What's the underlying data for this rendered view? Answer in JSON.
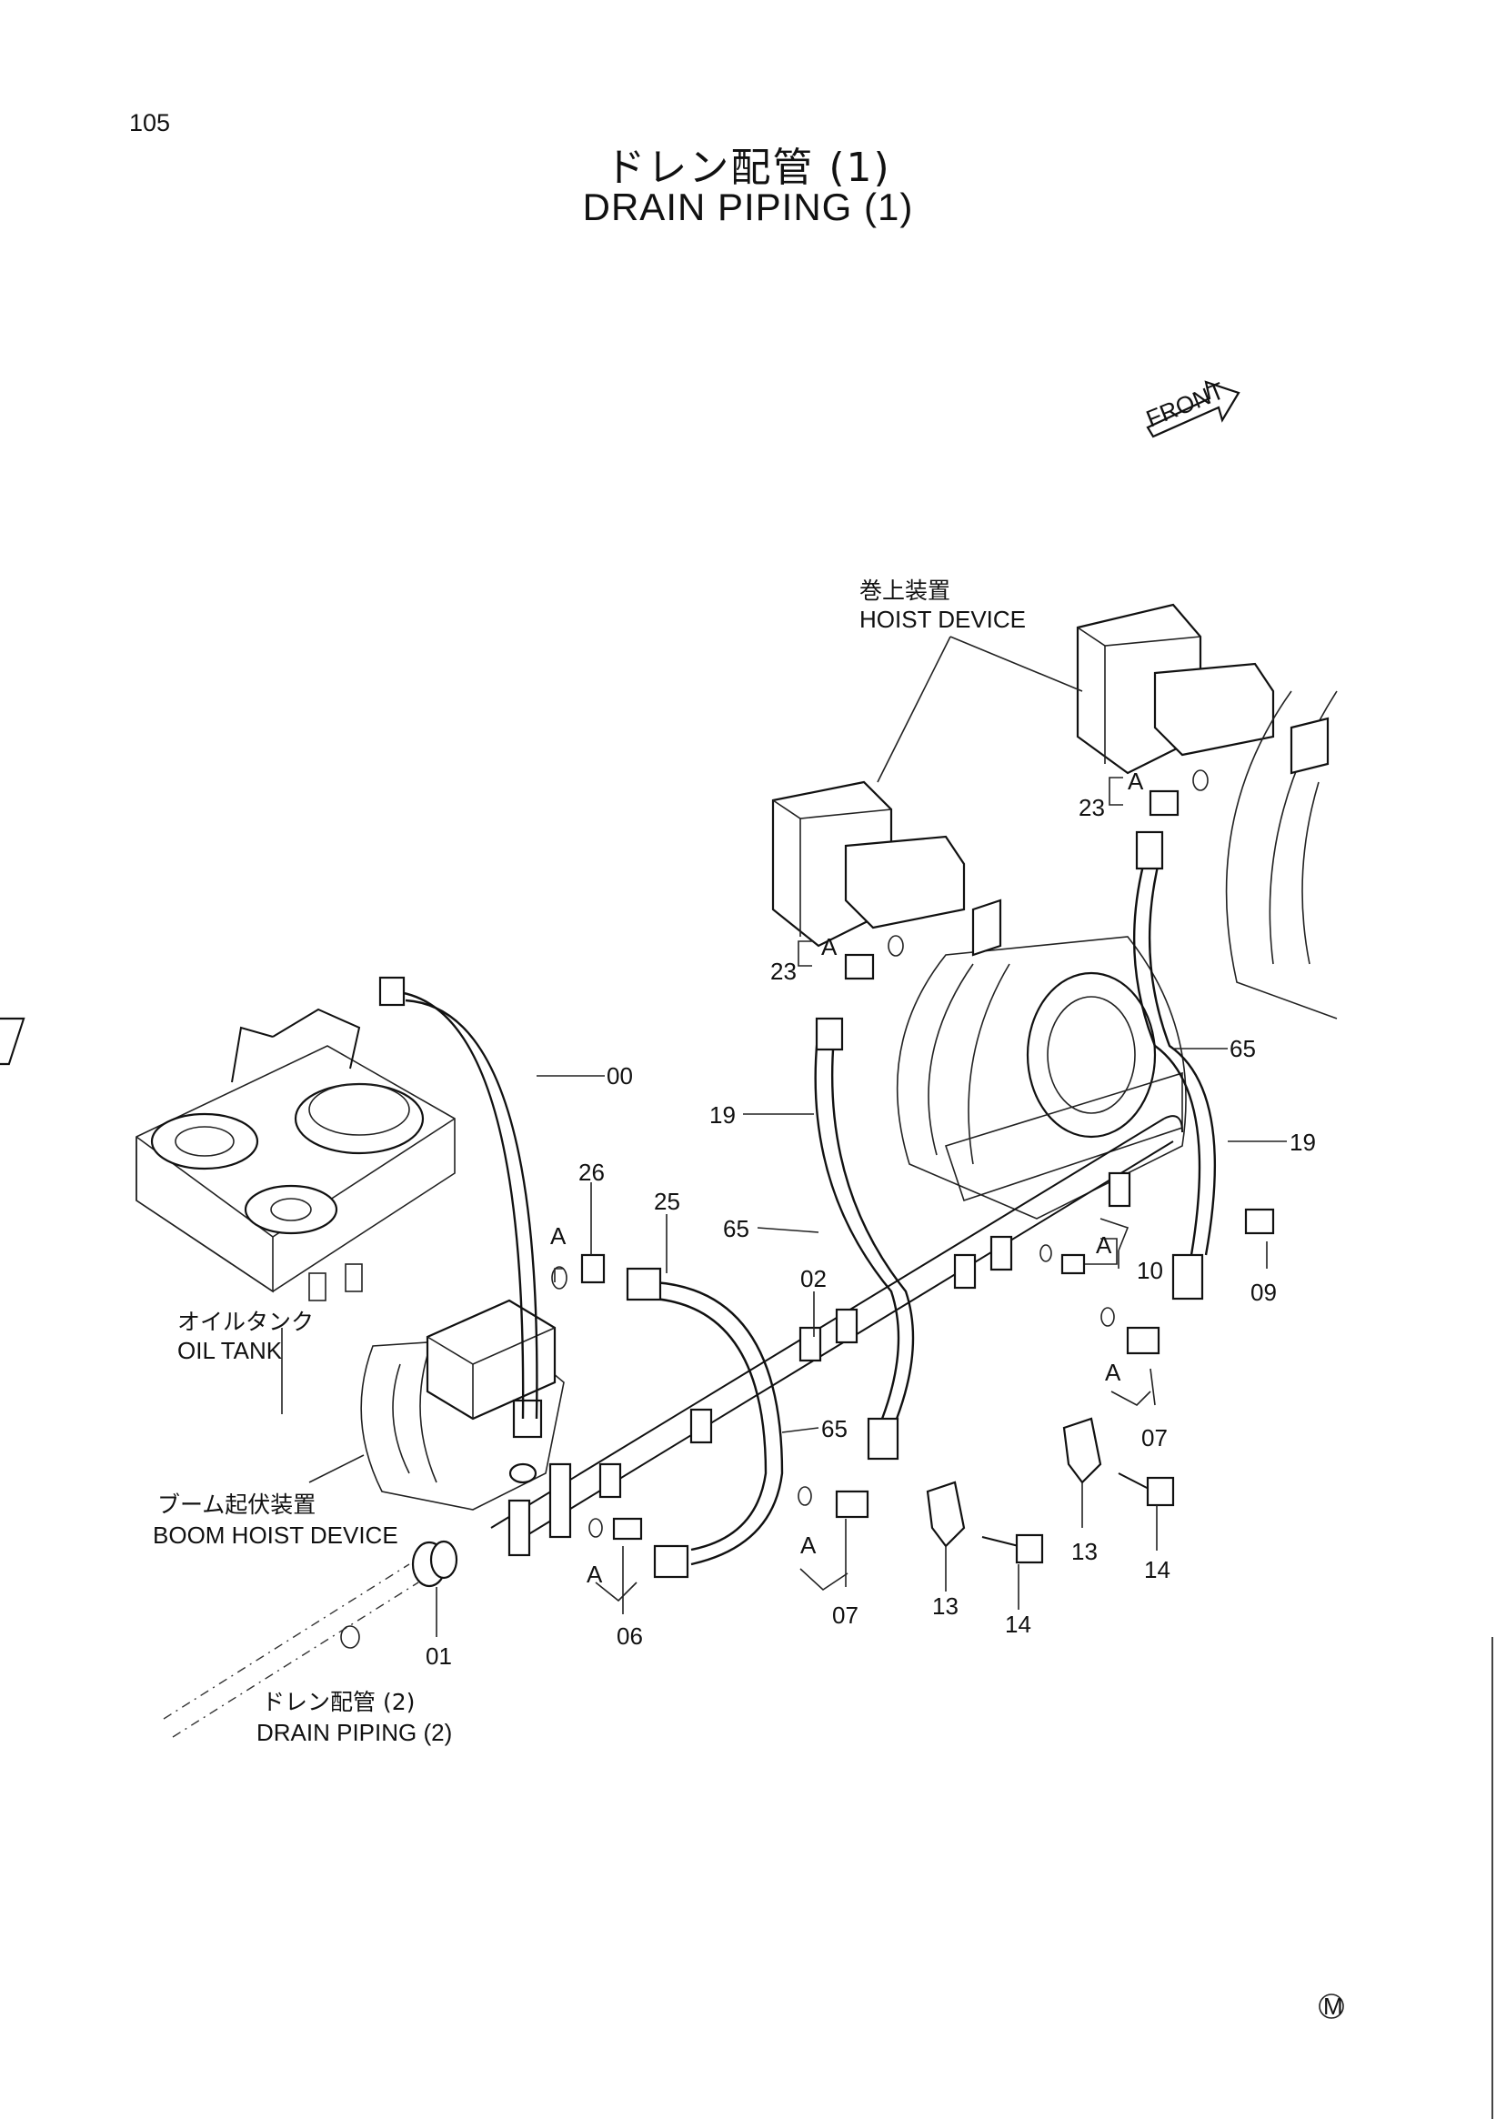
{
  "page": {
    "number": "105"
  },
  "title": {
    "jp": "ドレン配管 (1)",
    "en": "DRAIN PIPING (1)"
  },
  "front_marker": "FRONT",
  "labels": {
    "hoist_jp": "巻上装置",
    "hoist_en": "HOIST DEVICE",
    "oil_tank_jp": "オイルタンク",
    "oil_tank_en": "OIL TANK",
    "boom_jp": "ブーム起伏装置",
    "boom_en": "BOOM HOIST DEVICE",
    "drain2_jp": "ドレン配管 (2)",
    "drain2_en": "DRAIN PIPING (2)",
    "detail_a": "A"
  },
  "parts": [
    "00",
    "01",
    "02",
    "06",
    "07",
    "09",
    "10",
    "13",
    "14",
    "19",
    "23",
    "25",
    "26",
    "65"
  ],
  "corner_mark": "M"
}
